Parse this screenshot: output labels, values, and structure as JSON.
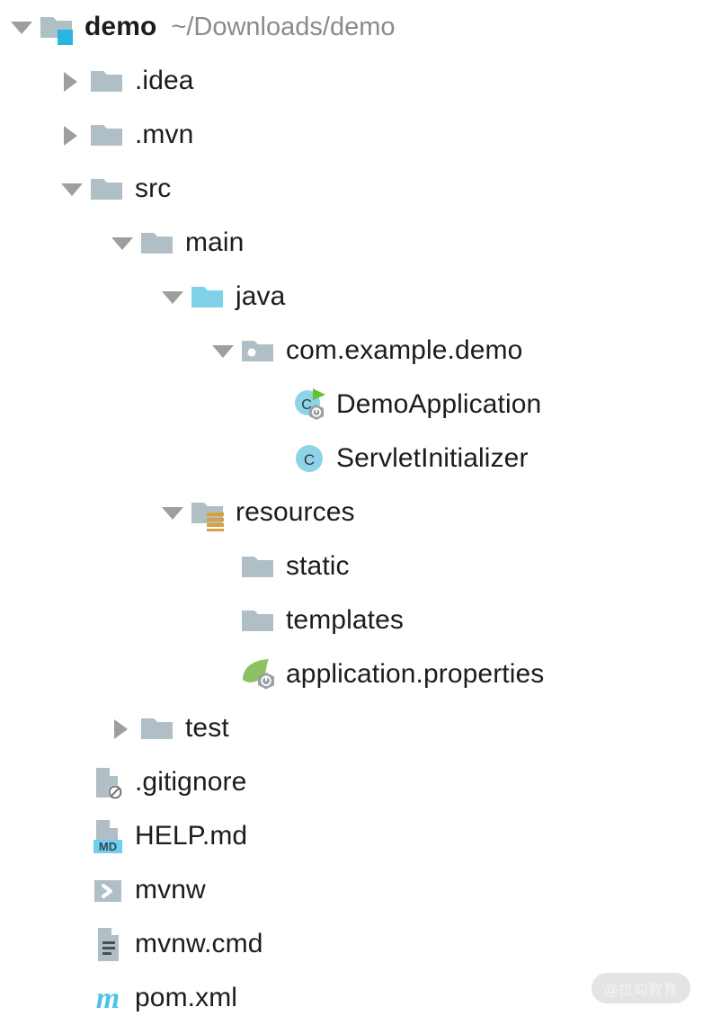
{
  "view": {
    "name": "project-tool-window",
    "background": "#ffffff",
    "colors": {
      "folder_gray": "#b0bec5",
      "source_root_cyan": "#7fd1e8",
      "module_badge_cyan": "#29b6e5",
      "resource_badge_orange": "#d9a13b",
      "class_icon_cyan": "#8ed4e9",
      "spring_green": "#6db33f",
      "badge_gray": "#9aa0a6",
      "text": "#1c1c1c",
      "muted_text": "#8b8b8b",
      "maven_blue": "#4fc3e8"
    }
  },
  "watermark": {
    "text": "@拉勾教育"
  },
  "tree": {
    "rows": [
      {
        "id": "demo",
        "label": "demo",
        "sublabel": "~/Downloads/demo",
        "bold": true,
        "depth": 0,
        "twisty": "down",
        "icon": "folder-module-icon"
      },
      {
        "id": "idea",
        "label": ".idea",
        "sublabel": "",
        "bold": false,
        "depth": 1,
        "twisty": "right",
        "icon": "folder-icon"
      },
      {
        "id": "mvn",
        "label": ".mvn",
        "sublabel": "",
        "bold": false,
        "depth": 1,
        "twisty": "right",
        "icon": "folder-icon"
      },
      {
        "id": "src",
        "label": "src",
        "sublabel": "",
        "bold": false,
        "depth": 1,
        "twisty": "down",
        "icon": "folder-icon"
      },
      {
        "id": "main",
        "label": "main",
        "sublabel": "",
        "bold": false,
        "depth": 2,
        "twisty": "down",
        "icon": "folder-icon"
      },
      {
        "id": "java",
        "label": "java",
        "sublabel": "",
        "bold": false,
        "depth": 3,
        "twisty": "down",
        "icon": "folder-source-root-icon"
      },
      {
        "id": "com-example-demo",
        "label": "com.example.demo",
        "sublabel": "",
        "bold": false,
        "depth": 4,
        "twisty": "down",
        "icon": "package-icon"
      },
      {
        "id": "demo-application",
        "label": "DemoApplication",
        "sublabel": "",
        "bold": false,
        "depth": 5,
        "twisty": "none",
        "icon": "spring-boot-class-icon"
      },
      {
        "id": "servlet-initializer",
        "label": "ServletInitializer",
        "sublabel": "",
        "bold": false,
        "depth": 5,
        "twisty": "none",
        "icon": "java-class-icon"
      },
      {
        "id": "resources",
        "label": "resources",
        "sublabel": "",
        "bold": false,
        "depth": 3,
        "twisty": "down",
        "icon": "folder-resource-root-icon"
      },
      {
        "id": "static",
        "label": "static",
        "sublabel": "",
        "bold": false,
        "depth": 4,
        "twisty": "none",
        "icon": "folder-icon"
      },
      {
        "id": "templates",
        "label": "templates",
        "sublabel": "",
        "bold": false,
        "depth": 4,
        "twisty": "none",
        "icon": "folder-icon"
      },
      {
        "id": "application-properties",
        "label": "application.properties",
        "sublabel": "",
        "bold": false,
        "depth": 4,
        "twisty": "none",
        "icon": "spring-properties-icon"
      },
      {
        "id": "test",
        "label": "test",
        "sublabel": "",
        "bold": false,
        "depth": 2,
        "twisty": "right",
        "icon": "folder-icon"
      },
      {
        "id": "gitignore",
        "label": ".gitignore",
        "sublabel": "",
        "bold": false,
        "depth": 1,
        "twisty": "none",
        "icon": "ignored-file-icon"
      },
      {
        "id": "help-md",
        "label": "HELP.md",
        "sublabel": "",
        "bold": false,
        "depth": 1,
        "twisty": "none",
        "icon": "markdown-file-icon",
        "badge_text": "MD"
      },
      {
        "id": "mvnw",
        "label": "mvnw",
        "sublabel": "",
        "bold": false,
        "depth": 1,
        "twisty": "none",
        "icon": "shell-script-icon"
      },
      {
        "id": "mvnw-cmd",
        "label": "mvnw.cmd",
        "sublabel": "",
        "bold": false,
        "depth": 1,
        "twisty": "none",
        "icon": "text-file-icon"
      },
      {
        "id": "pom-xml",
        "label": "pom.xml",
        "sublabel": "",
        "bold": false,
        "depth": 1,
        "twisty": "none",
        "icon": "maven-file-icon",
        "badge_text": "m"
      }
    ]
  }
}
